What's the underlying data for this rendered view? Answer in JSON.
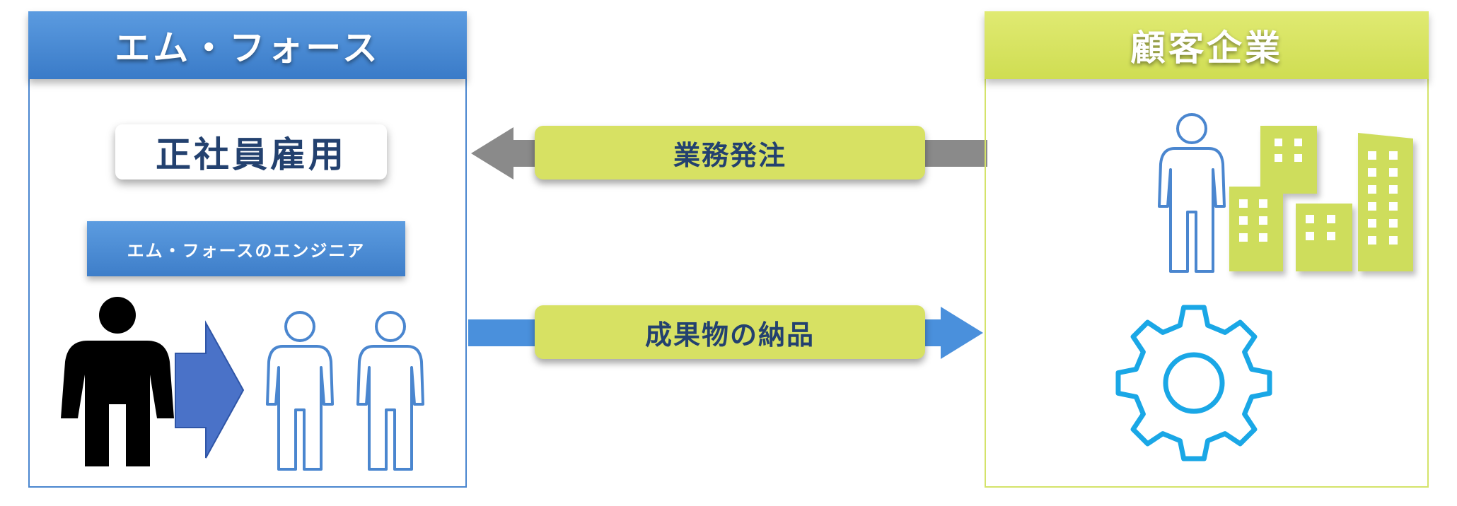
{
  "left": {
    "title": "エム・フォース",
    "employment": "正社員雇用",
    "engineer_label": "エム・フォースのエンジニア"
  },
  "right": {
    "title": "顧客企業"
  },
  "flows": {
    "order": "業務発注",
    "delivery": "成果物の納品"
  },
  "colors": {
    "blue_header": "#4a8ad6",
    "lime_header": "#d6e25e",
    "text_dark": "#23416f",
    "person_outline": "#4a86cf",
    "gear": "#1aa7e6",
    "building": "#cedd5c",
    "arrow_gray": "#8a8a8a",
    "arrow_blue": "#4a90dc"
  },
  "icons": [
    "person-solid-icon",
    "right-arrow-icon",
    "person-outline-icon",
    "building-icon",
    "gear-icon"
  ]
}
